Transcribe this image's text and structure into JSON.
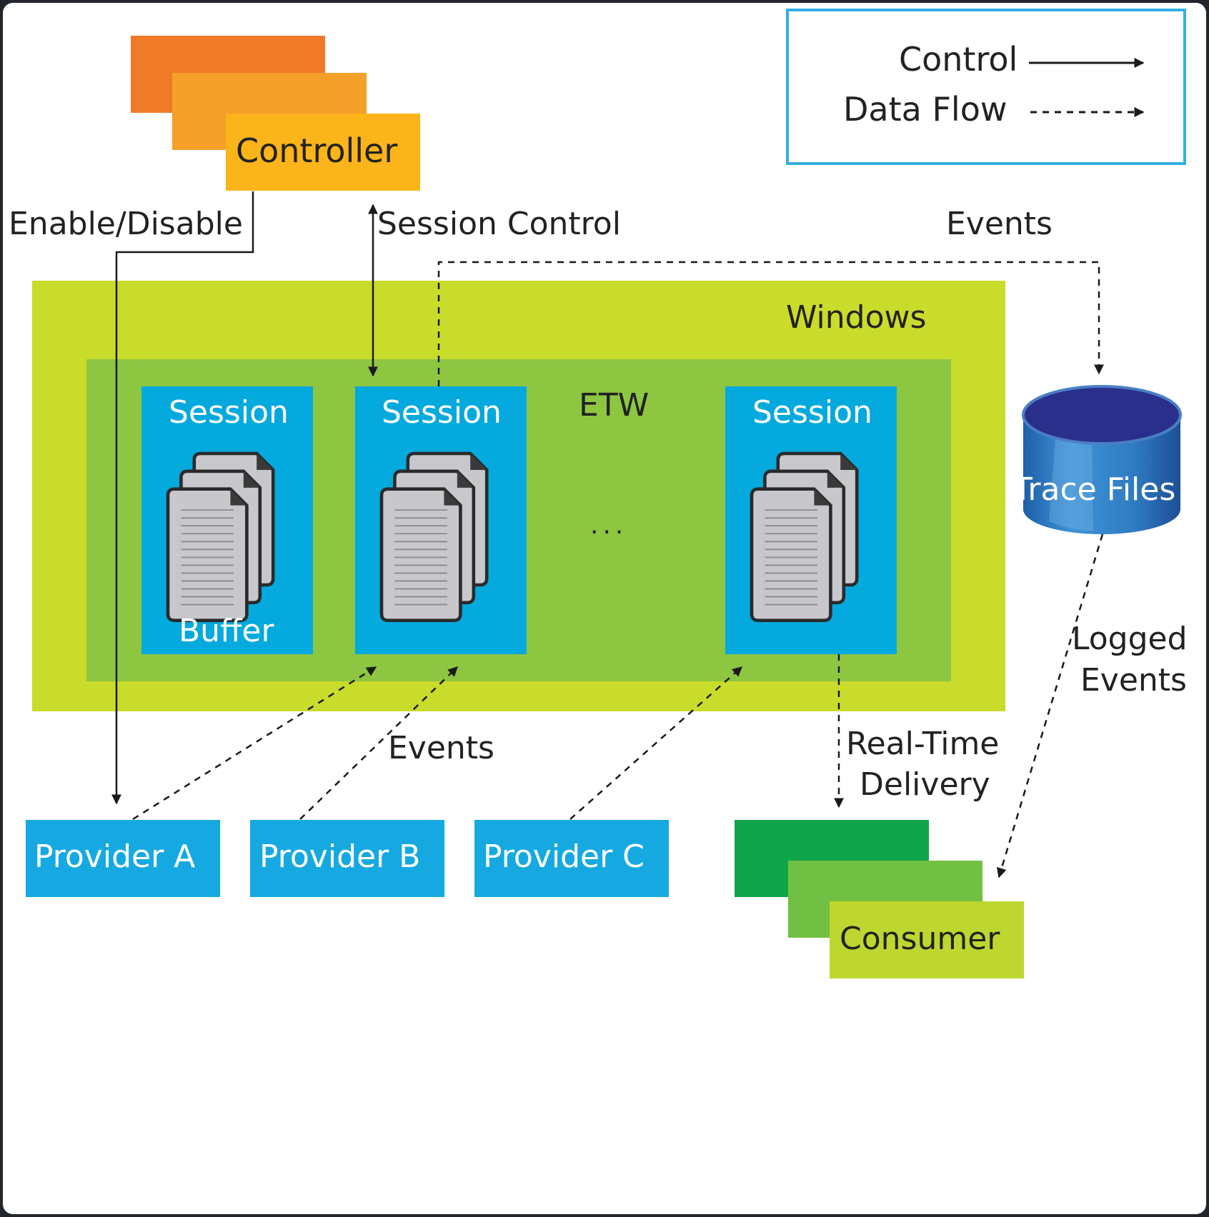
{
  "legend": {
    "control_label": "Control",
    "dataflow_label": "Data Flow"
  },
  "controller": {
    "label": "Controller"
  },
  "windows_label": "Windows",
  "etw_label": "ETW",
  "ellipsis": "...",
  "sessions": [
    {
      "title": "Session",
      "caption": "Buffer"
    },
    {
      "title": "Session",
      "caption": ""
    },
    {
      "title": "Session",
      "caption": ""
    }
  ],
  "trace_files": {
    "label": "Trace Files"
  },
  "providers": [
    {
      "label": "Provider A"
    },
    {
      "label": "Provider B"
    },
    {
      "label": "Provider C"
    }
  ],
  "consumer": {
    "label": "Consumer"
  },
  "flow_labels": {
    "enable_disable": "Enable/Disable",
    "session_control": "Session Control",
    "events_top": "Events",
    "events_bottom": "Events",
    "realtime_line1": "Real-Time",
    "realtime_line2": "Delivery",
    "logged_line1": "Logged",
    "logged_line2": "Events"
  },
  "colors": {
    "outer_bg": "#22262c",
    "canvas": "#ffffff",
    "controller_back": "#f07a28",
    "controller_mid": "#f5a028",
    "controller_front": "#fbb419",
    "windows": "#c9dc2c",
    "etw": "#8dc641",
    "session": "#04a9dd",
    "provider": "#16a9e1",
    "consumer_back": "#0fa54a",
    "consumer_mid": "#72c043",
    "consumer_front": "#bed630",
    "trace_top": "#2b3a8f",
    "trace_body": "#2e7fc8",
    "legend_border": "#34afe3"
  }
}
